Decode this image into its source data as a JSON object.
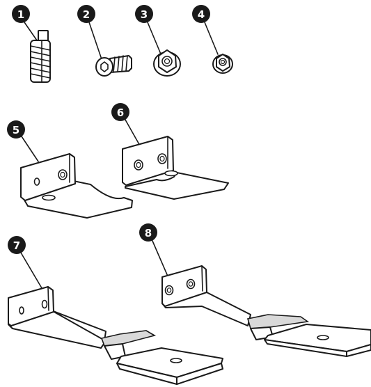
{
  "diagram": {
    "parts": [
      {
        "number": "1",
        "item": "stud-screw"
      },
      {
        "number": "2",
        "item": "torx-screw"
      },
      {
        "number": "3",
        "item": "large-flange-nut"
      },
      {
        "number": "4",
        "item": "small-flange-nut"
      },
      {
        "number": "5",
        "item": "short-bracket-left"
      },
      {
        "number": "6",
        "item": "short-bracket-right"
      },
      {
        "number": "7",
        "item": "long-bracket-left"
      },
      {
        "number": "8",
        "item": "long-bracket-right"
      }
    ],
    "colors": {
      "ink": "#1a1a1a",
      "shade": "#d9d9d9",
      "background": "#ffffff"
    }
  }
}
